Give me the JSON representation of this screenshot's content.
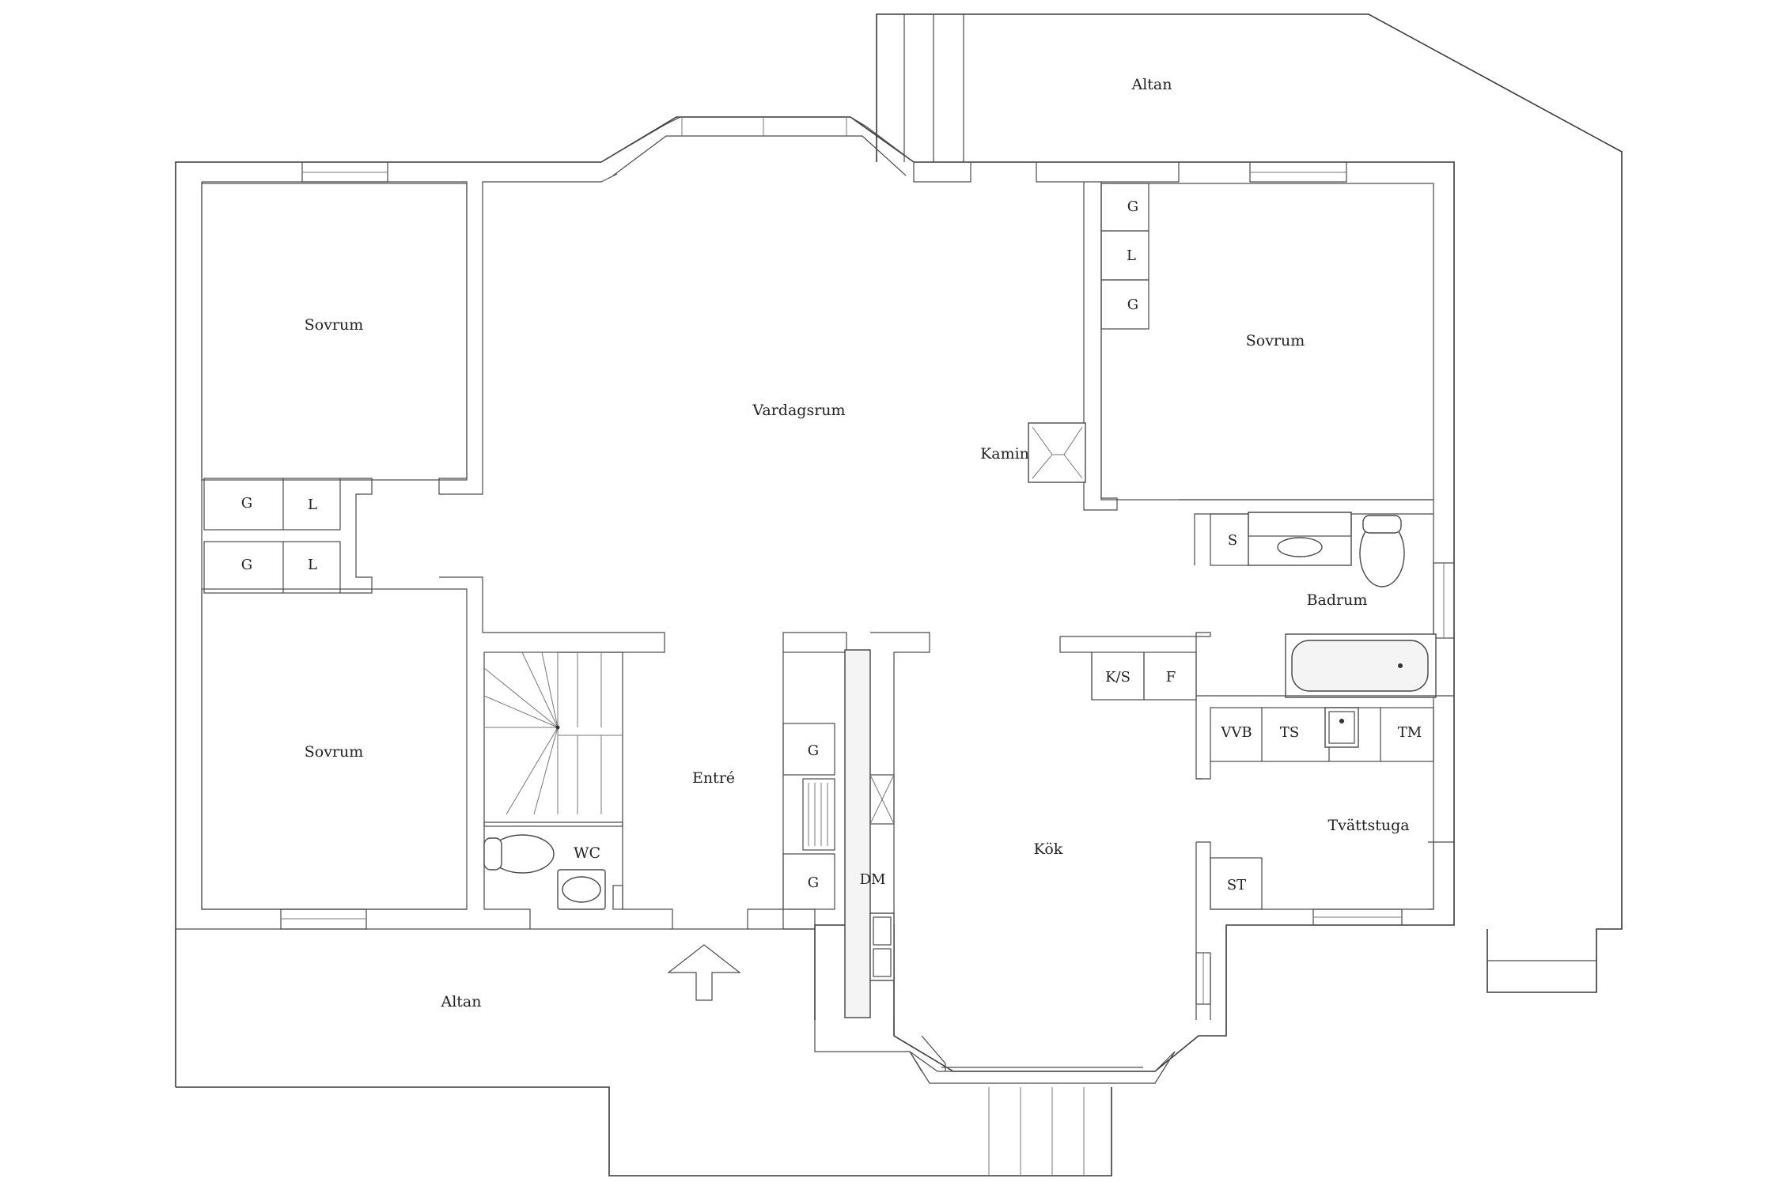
{
  "rooms": {
    "altan_top": "Altan",
    "altan_bottom": "Altan",
    "sovrum_top_left": "Sovrum",
    "sovrum_bottom_left": "Sovrum",
    "sovrum_right": "Sovrum",
    "vardagsrum": "Vardagsrum",
    "kamin": "Kamin",
    "badrum": "Badrum",
    "entre": "Entré",
    "wc": "WC",
    "kok": "Kök",
    "tvattstuga": "Tvättstuga"
  },
  "fixtures": {
    "closet_g1": "G",
    "closet_l1": "L",
    "closet_g2": "G",
    "closet_l2": "L",
    "right_g1": "G",
    "right_l": "L",
    "right_g2": "G",
    "entre_g1": "G",
    "entre_g2": "G",
    "dm": "DM",
    "ks": "K/S",
    "f": "F",
    "s": "S",
    "vvb": "VVB",
    "ts": "TS",
    "tm": "TM",
    "st": "ST"
  },
  "colors": {
    "wall": "#3a3a3a",
    "background": "#ffffff"
  }
}
